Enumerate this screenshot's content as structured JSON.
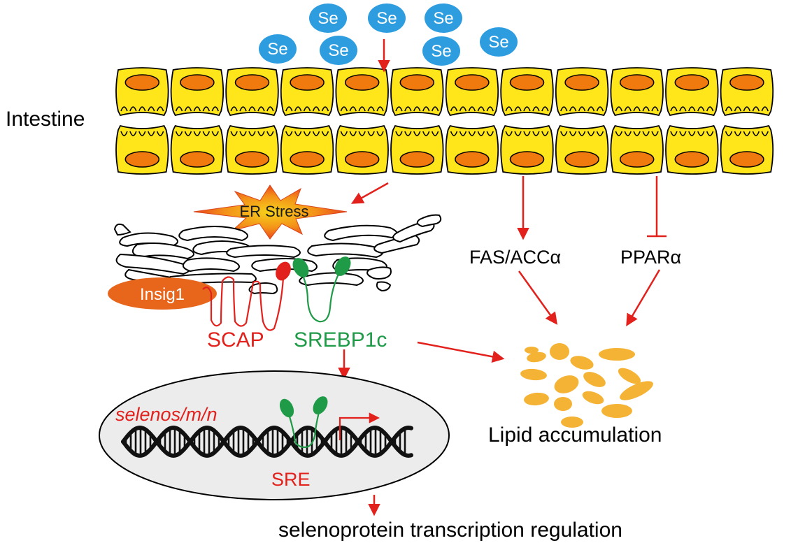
{
  "labels": {
    "tissue": "Intestine",
    "stress": "ER Stress",
    "insig": "Insig1",
    "scap": "SCAP",
    "srebp": "SREBP1c",
    "genes": "selenos/m/n",
    "element": "SRE",
    "outcome_bottom": "selenoprotein transcription regulation",
    "enzymes": "FAS/ACCα",
    "receptor": "PPARα",
    "lipid": "Lipid accumulation"
  },
  "selenium": {
    "label": "Se",
    "count": 7
  },
  "intestine": {
    "cells_per_row": 12,
    "rows": 2
  },
  "colors": {
    "cell_fill": "#ffe61a",
    "nucleus_fill": "#f07a0d",
    "selenium_fill": "#2d9de0",
    "arrow_red": "#e3211c",
    "protein_red": "#e3211c",
    "protein_green": "#1f9a47",
    "insig_fill": "#e8651c",
    "lipid_fill": "#f5b335",
    "nucleus_bg": "#ececec"
  }
}
